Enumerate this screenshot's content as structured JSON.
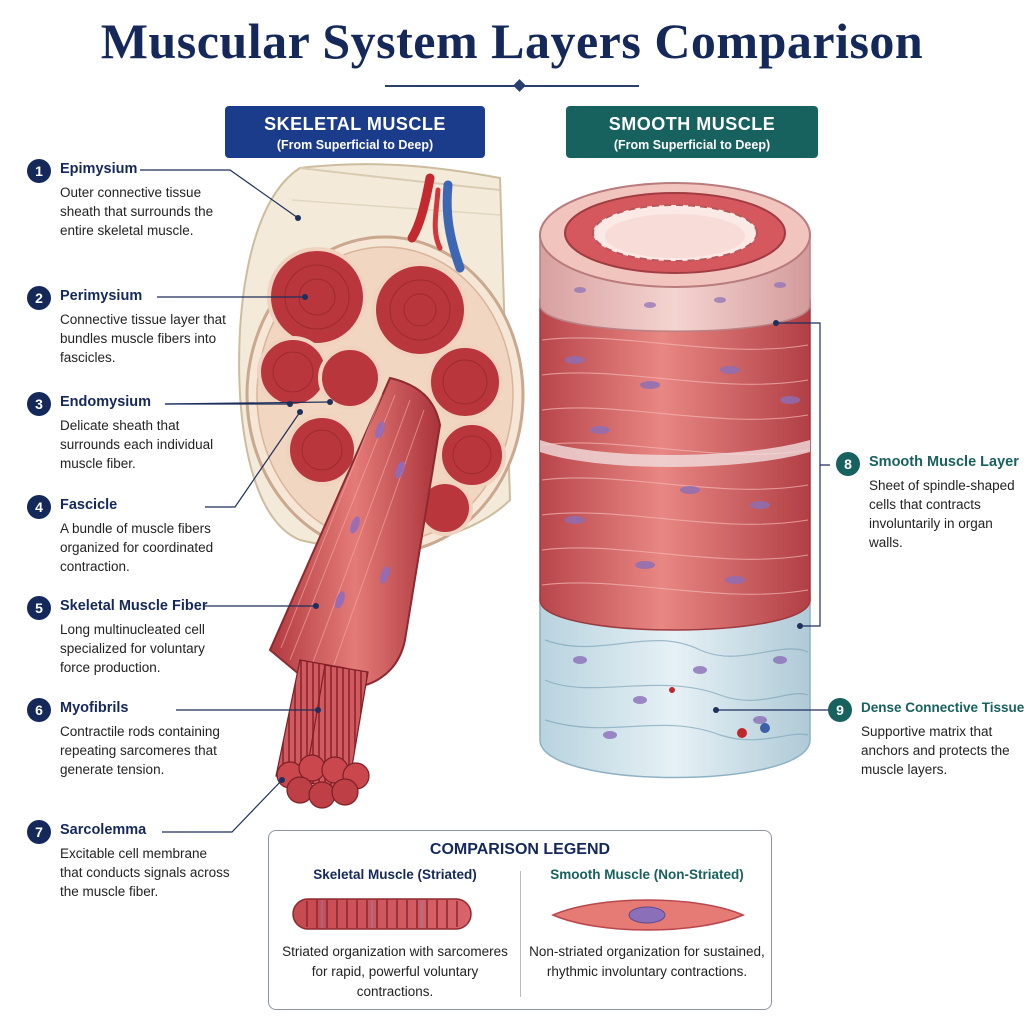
{
  "title": "Muscular System Layers Comparison",
  "headers": {
    "skeletal": {
      "title": "SKELETAL MUSCLE",
      "subtitle": "(From Superficial to Deep)"
    },
    "smooth": {
      "title": "SMOOTH MUSCLE",
      "subtitle": "(From Superficial to Deep)"
    }
  },
  "labels": [
    {
      "num": "1",
      "title": "Epimysium",
      "desc": "Outer connective tissue sheath that surrounds the entire skeletal muscle."
    },
    {
      "num": "2",
      "title": "Perimysium",
      "desc": "Connective tissue layer that bundles muscle fibers into fascicles."
    },
    {
      "num": "3",
      "title": "Endomysium",
      "desc": "Delicate sheath that surrounds each individual muscle fiber."
    },
    {
      "num": "4",
      "title": "Fascicle",
      "desc": "A bundle of muscle fibers organized for coordinated contraction."
    },
    {
      "num": "5",
      "title": "Skeletal Muscle Fiber",
      "desc": "Long multinucleated cell specialized for voluntary force production."
    },
    {
      "num": "6",
      "title": "Myofibrils",
      "desc": "Contractile rods containing repeating sarcomeres that generate tension."
    },
    {
      "num": "7",
      "title": "Sarcolemma",
      "desc": "Excitable cell membrane that conducts signals across the muscle fiber."
    },
    {
      "num": "8",
      "title": "Smooth Muscle Layer",
      "desc": "Sheet of spindle-shaped cells that contracts involuntarily in organ walls."
    },
    {
      "num": "9",
      "title": "Dense Connective Tissue",
      "desc": "Supportive matrix that anchors and protects the muscle layers."
    }
  ],
  "legend": {
    "title": "COMPARISON LEGEND",
    "skeletal": {
      "title": "Skeletal Muscle (Striated)",
      "desc": "Striated organization with sarcomeres for rapid, powerful voluntary contractions."
    },
    "smooth": {
      "title": "Smooth Muscle (Non-Striated)",
      "desc": "Non-striated organization for sustained, rhythmic involuntary contractions."
    }
  },
  "colors": {
    "navy": "#14285a",
    "skeletal_header": "#1b3b8b",
    "smooth_header": "#17615f",
    "muscle_red": "#c8494e",
    "muscle_light": "#e27a78",
    "connective_blue": "#cfe3ec",
    "nucleus_purple": "#8b6fb8"
  }
}
